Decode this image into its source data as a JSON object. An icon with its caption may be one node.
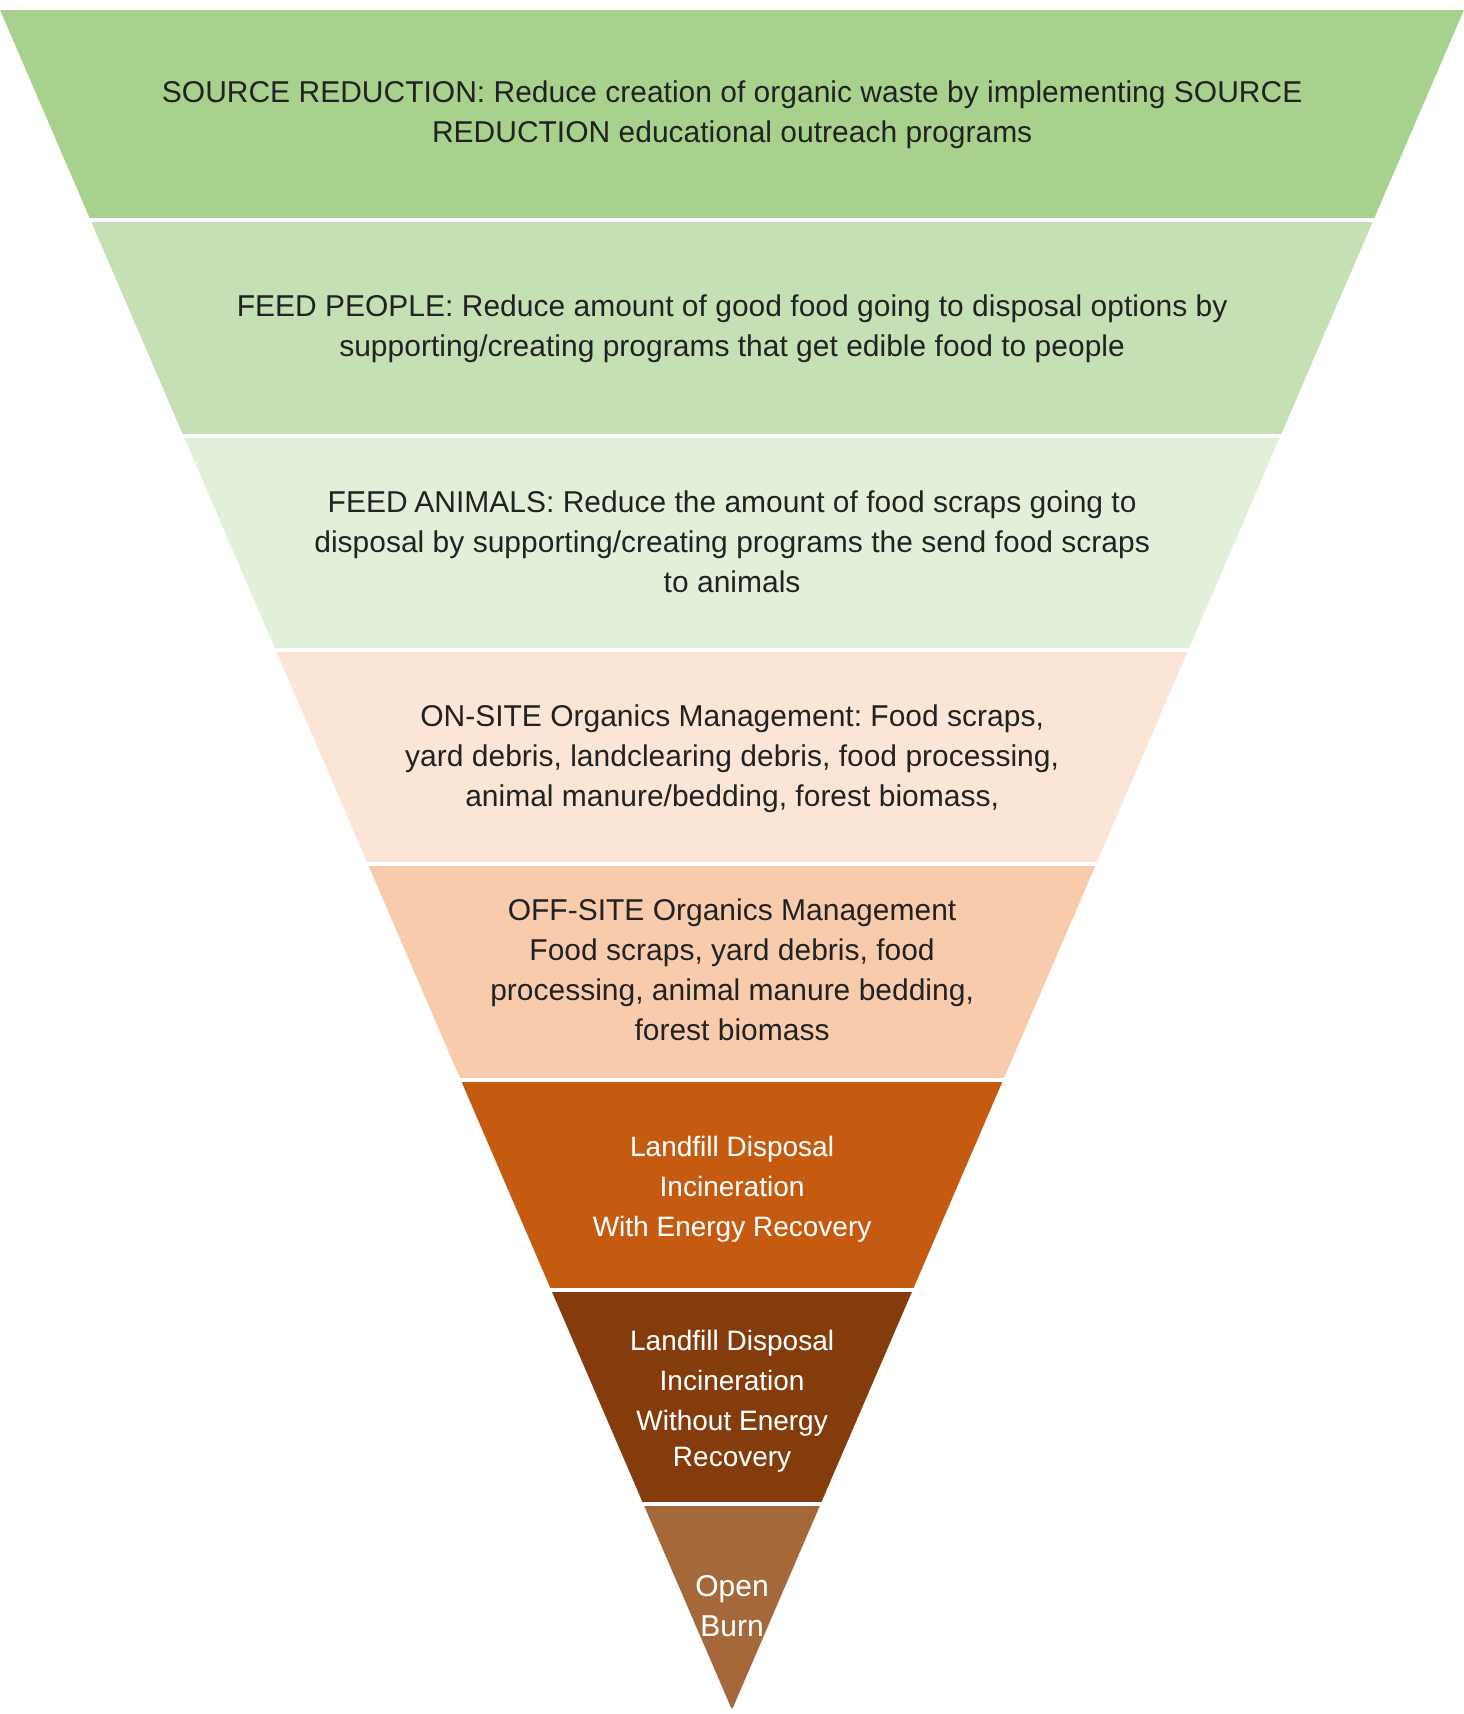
{
  "diagram": {
    "nodes": [
      {
        "text": [
          "SOURCE REDUCTION: Reduce creation of organic waste by implementing SOURCE REDUCTION educational outreach programs"
        ]
      },
      {
        "text": [
          "FEED PEOPLE: Reduce amount of good food going to disposal options by supporting/creating programs that get edible food to people"
        ]
      },
      {
        "text": [
          "FEED ANIMALS: Reduce the amount of food scraps going to disposal by supporting/creating programs the send food scraps to animals"
        ]
      },
      {
        "text": [
          "ON-SITE Organics Management: Food scraps, yard debris, landclearing debris, food processing, animal manure/bedding, forest biomass,"
        ]
      },
      {
        "text": [
          "OFF-SITE Organics Management Food scraps, yard debris, food processing, animal manure bedding, forest biomass"
        ]
      },
      {
        "text": [
          "Landfill Disposal",
          "Incineration",
          "With Energy Recovery"
        ]
      },
      {
        "text": [
          "Landfill Disposal",
          "Incineration",
          "Without Energy Recovery"
        ]
      },
      {
        "text": [
          "Open Burn"
        ]
      }
    ]
  }
}
